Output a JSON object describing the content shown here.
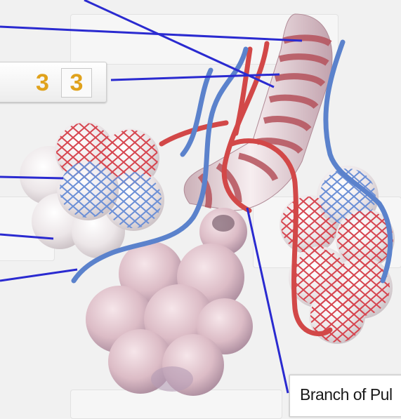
{
  "answer_box": {
    "number": "3",
    "slot_value": "3"
  },
  "labels": [
    {
      "text": "Branch of Pul"
    }
  ],
  "colors": {
    "leader_line": "#2a2ad0",
    "artery_red": "#d24848",
    "vein_blue": "#5b82cc",
    "alveolus_pink": "#e8c8d0",
    "answer_gold": "#e0a21c"
  }
}
